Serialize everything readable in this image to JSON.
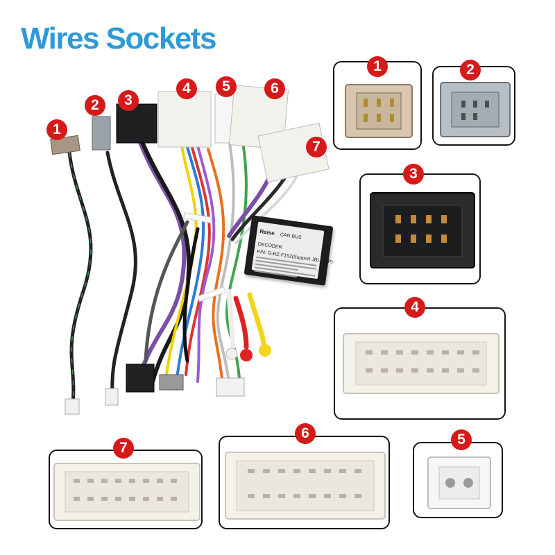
{
  "title": {
    "text": "Wires Sockets",
    "color": "#2e9ad8"
  },
  "colors": {
    "badge": "#d61a1a",
    "frame": "#151515",
    "connector_tan": "#d8c7ae",
    "connector_grey": "#b8bfc4",
    "connector_black": "#2a2b2d",
    "connector_white": "#f4f1ea"
  },
  "harness_labels": [
    "1",
    "2",
    "3",
    "4",
    "5",
    "6",
    "7"
  ],
  "decoder": {
    "brand": "Raise",
    "name": "CAN BUS DECODER",
    "part_number": "P/N: G-RZ-F152(Support JBL AMP)"
  },
  "socket_boxes": [
    {
      "number": "1",
      "connector": "tan"
    },
    {
      "number": "2",
      "connector": "grey"
    },
    {
      "number": "3",
      "connector": "black"
    },
    {
      "number": "4",
      "connector": "white"
    },
    {
      "number": "7",
      "connector": "white"
    },
    {
      "number": "6",
      "connector": "white"
    },
    {
      "number": "5",
      "connector": "white"
    }
  ]
}
